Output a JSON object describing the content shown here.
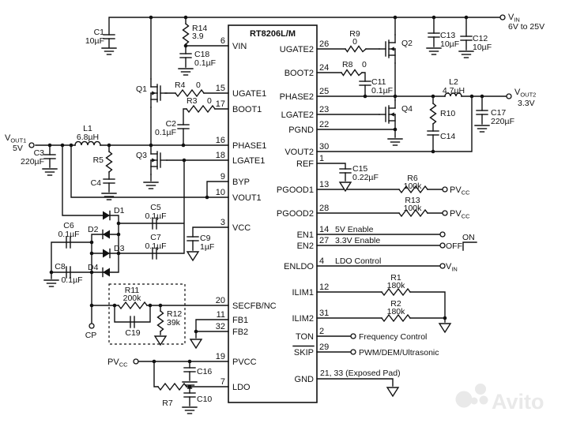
{
  "ic": {
    "title": "RT8206L/M",
    "left_pins": [
      {
        "num": "6",
        "label": "VIN"
      },
      {
        "num": "15",
        "label": "UGATE1"
      },
      {
        "num": "17",
        "label": "BOOT1"
      },
      {
        "num": "16",
        "label": "PHASE1"
      },
      {
        "num": "18",
        "label": "LGATE1"
      },
      {
        "num": "9",
        "label": "BYP"
      },
      {
        "num": "10",
        "label": "VOUT1"
      },
      {
        "num": "3",
        "label": "VCC"
      },
      {
        "num": "20",
        "label": "SECFB/NC"
      },
      {
        "num": "11",
        "label": "FB1"
      },
      {
        "num": "32",
        "label": "FB2"
      },
      {
        "num": "19",
        "label": "PVCC"
      },
      {
        "num": "7",
        "label": "LDO"
      }
    ],
    "right_pins": [
      {
        "num": "26",
        "label": "UGATE2"
      },
      {
        "num": "24",
        "label": "BOOT2"
      },
      {
        "num": "25",
        "label": "PHASE2"
      },
      {
        "num": "23",
        "label": "LGATE2"
      },
      {
        "num": "22",
        "label": "PGND"
      },
      {
        "num": "30",
        "label": "VOUT2"
      },
      {
        "num": "1",
        "label": "REF"
      },
      {
        "num": "13",
        "label": "PGOOD1"
      },
      {
        "num": "28",
        "label": "PGOOD2"
      },
      {
        "num": "14",
        "label": "EN1"
      },
      {
        "num": "27",
        "label": "EN2"
      },
      {
        "num": "4",
        "label": "ENLDO"
      },
      {
        "num": "12",
        "label": "ILIM1"
      },
      {
        "num": "31",
        "label": "ILIM2"
      },
      {
        "num": "2",
        "label": "TON"
      },
      {
        "num": "29",
        "label": "SKIP"
      },
      {
        "num": "",
        "label": "GND"
      }
    ]
  },
  "components": {
    "c1": {
      "ref": "C1",
      "value": "10µF"
    },
    "r14": {
      "ref": "R14",
      "value": "3.9"
    },
    "c18": {
      "ref": "C18",
      "value": "0.1µF"
    },
    "q1": {
      "ref": "Q1"
    },
    "q2": {
      "ref": "Q2"
    },
    "q3": {
      "ref": "Q3"
    },
    "q4": {
      "ref": "Q4"
    },
    "r4": {
      "ref": "R4",
      "value": "0"
    },
    "r3": {
      "ref": "R3",
      "value": "0"
    },
    "c2": {
      "ref": "C2",
      "value": "0.1µF"
    },
    "l1": {
      "ref": "L1",
      "value": "6.8µH"
    },
    "c3": {
      "ref": "C3",
      "value": "220µF"
    },
    "r5": {
      "ref": "R5"
    },
    "c4": {
      "ref": "C4"
    },
    "d1": {
      "ref": "D1"
    },
    "d2": {
      "ref": "D2"
    },
    "d3": {
      "ref": "D3"
    },
    "d4": {
      "ref": "D4"
    },
    "c5": {
      "ref": "C5",
      "value": "0.1µF"
    },
    "c6": {
      "ref": "C6",
      "value": "0.1µF"
    },
    "c7": {
      "ref": "C7",
      "value": "0.1µF"
    },
    "c8": {
      "ref": "C8",
      "value": "0.1µF"
    },
    "c9": {
      "ref": "C9",
      "value": "1µF"
    },
    "r11": {
      "ref": "R11",
      "value": "200k"
    },
    "c19": {
      "ref": "C19"
    },
    "r12": {
      "ref": "R12",
      "value": "39k"
    },
    "r7": {
      "ref": "R7"
    },
    "c16": {
      "ref": "C16"
    },
    "c10": {
      "ref": "C10"
    },
    "r9": {
      "ref": "R9",
      "value": "0"
    },
    "r8": {
      "ref": "R8",
      "value": "0"
    },
    "c11": {
      "ref": "C11",
      "value": "0.1µF"
    },
    "c13": {
      "ref": "C13",
      "value": "10µF"
    },
    "c12": {
      "ref": "C12",
      "value": "10µF"
    },
    "l2": {
      "ref": "L2",
      "value": "4.7µH"
    },
    "r10": {
      "ref": "R10"
    },
    "c14": {
      "ref": "C14"
    },
    "c17": {
      "ref": "C17",
      "value": "220µF"
    },
    "c15": {
      "ref": "C15",
      "value": "0.22µF"
    },
    "r6": {
      "ref": "R6",
      "value": "100k"
    },
    "r13": {
      "ref": "R13",
      "value": "100k"
    },
    "r1": {
      "ref": "R1",
      "value": "180k"
    },
    "r2": {
      "ref": "R2",
      "value": "180k"
    }
  },
  "terminals": {
    "vin": {
      "name": "V",
      "sub": "IN",
      "desc": "6V to 25V"
    },
    "vout1": {
      "name": "V",
      "sub": "OUT1",
      "desc": "5V"
    },
    "vout2": {
      "name": "V",
      "sub": "OUT2",
      "desc": "3.3V"
    },
    "pvcc_src": {
      "name": "PV",
      "sub": "CC"
    },
    "pvcc_pg1": {
      "name": "PV",
      "sub": "CC"
    },
    "pvcc_pg2": {
      "name": "PV",
      "sub": "CC"
    },
    "vin_enldo": {
      "name": "V",
      "sub": "IN"
    },
    "cp": {
      "name": "CP"
    }
  },
  "annotations": {
    "en1": "5V Enable",
    "en2": "3.3V Enable",
    "enldo": "LDO Control",
    "on": "ON",
    "off": "OFF",
    "ton": "Frequency Control",
    "skip_mode": "PWM/DEM/Ultrasonic",
    "gnd_pins": "21, 33 (Exposed Pad)"
  },
  "watermark": {
    "text": "Avito"
  }
}
